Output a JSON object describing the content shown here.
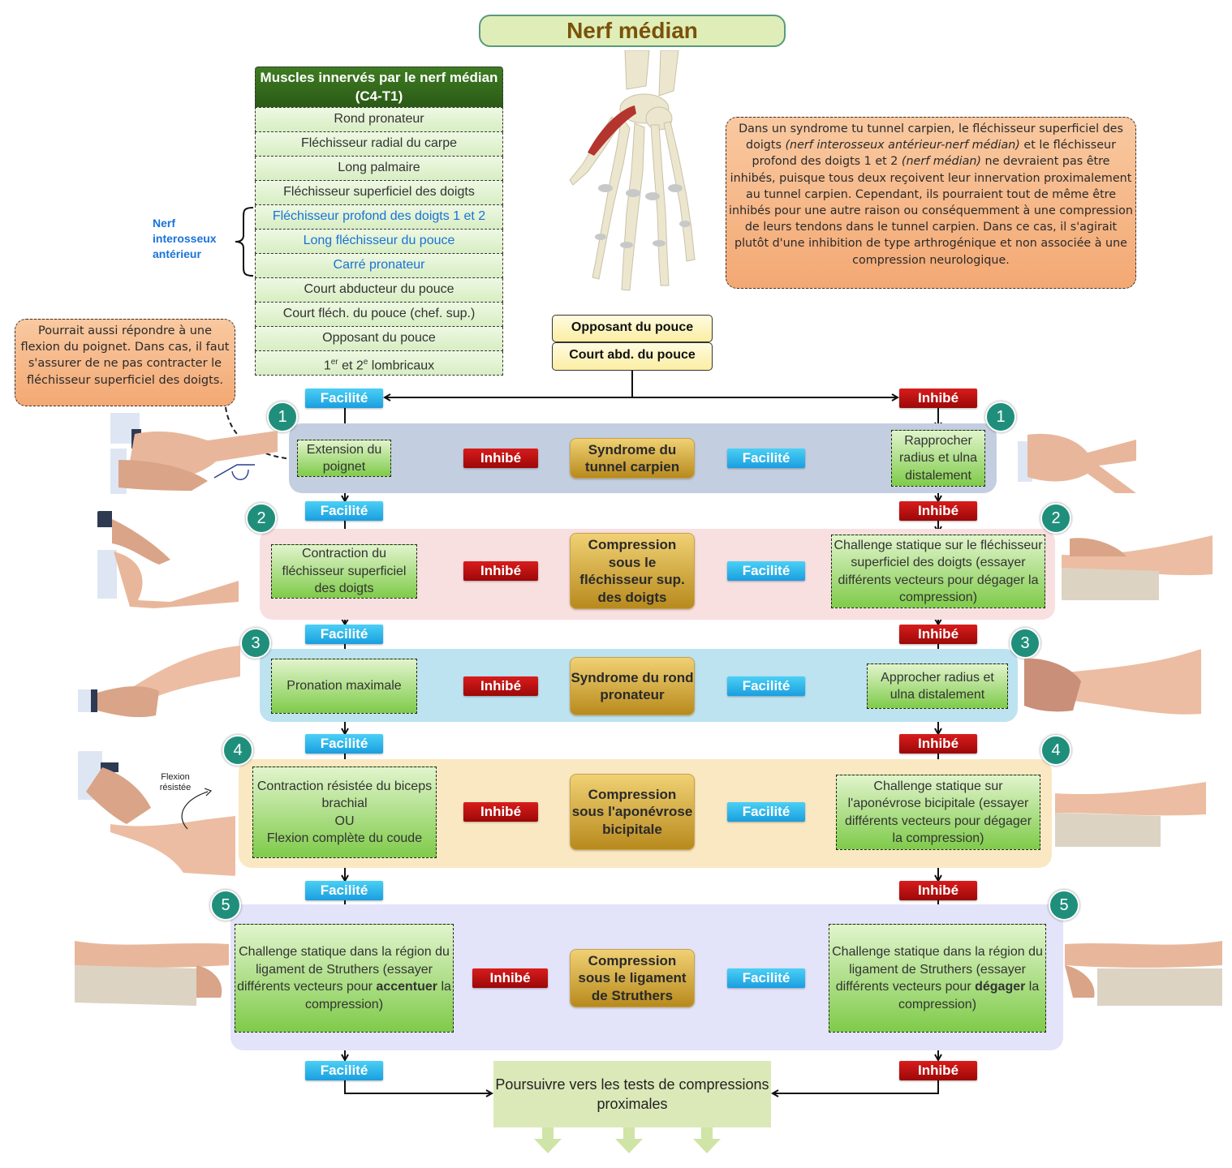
{
  "title": "Nerf médian",
  "muscles": {
    "header": "Muscles innervés par le nerf médian (C4-T1)",
    "items": [
      {
        "label": "Rond pronateur",
        "group": "default"
      },
      {
        "label": "Fléchisseur radial du carpe",
        "group": "default"
      },
      {
        "label": "Long palmaire",
        "group": "default"
      },
      {
        "label": "Fléchisseur superficiel des doigts",
        "group": "default"
      },
      {
        "label": "Fléchisseur profond des doigts 1 et 2",
        "group": "interosseux"
      },
      {
        "label": "Long fléchisseur du pouce",
        "group": "interosseux"
      },
      {
        "label": "Carré pronateur",
        "group": "interosseux"
      },
      {
        "label": "Court abducteur du pouce",
        "group": "default"
      },
      {
        "label": "Court fléch. du pouce (chef. sup.)",
        "group": "default"
      },
      {
        "label": "Opposant du pouce",
        "group": "default"
      }
    ],
    "last_item": {
      "n1": "1",
      "sup1": "er",
      "mid": " et 2",
      "sup2": "e",
      "rest": " lombricaux"
    },
    "bracket_label": "Nerf interosseux antérieur"
  },
  "anatomy_image": "hand-skeleton-thenar-muscle",
  "note_right": {
    "parts": [
      {
        "text": "Dans un syndrome tu tunnel carpien, le fléchisseur superficiel des doigts ",
        "italic": false
      },
      {
        "text": "(nerf interosseux antérieur-nerf médian)",
        "italic": true
      },
      {
        "text": " et le fléchisseur profond des doigts 1 et 2 ",
        "italic": false
      },
      {
        "text": "(nerf médian)",
        "italic": true
      },
      {
        "text": " ne devraient pas être inhibés, puisque tous deux reçoivent leur innervation proximalement au tunnel carpien. Cependant, ils pourraient tout de même être inhibés pour une autre raison ou conséquemment à une compression de leurs tendons dans le tunnel carpien. Dans ce cas, il s'agirait plutôt d'une inhibition de type arthrogénique et non associée à une compression neurologique.",
        "italic": false
      }
    ]
  },
  "note_left": "Pourrait aussi répondre à une flexion du poignet. Dans cas, il faut s'assurer de ne pas contracter le fléchisseur superficiel des doigts.",
  "start_tests": [
    "Opposant du pouce",
    "Court abd. du pouce"
  ],
  "labels": {
    "facilite": "Facilité",
    "inhibe": "Inhibé"
  },
  "steps": [
    {
      "num": "1",
      "left_test": "Extension du poignet",
      "result": "Syndrome du tunnel carpien",
      "right_test": "Rapprocher radius et ulna distalement",
      "panel_color": "#c3cfe0"
    },
    {
      "num": "2",
      "left_test": "Contraction du fléchisseur superficiel des doigts",
      "result": "Compression sous le fléchisseur sup. des doigts",
      "right_test": "Challenge statique sur le fléchisseur superficiel des doigts (essayer différents vecteurs pour dégager la compression)",
      "panel_color": "#f8dfe0"
    },
    {
      "num": "3",
      "left_test": "Pronation maximale",
      "result": "Syndrome du rond pronateur",
      "right_test": "Approcher radius et ulna distalement",
      "panel_color": "#bde3f1"
    },
    {
      "num": "4",
      "left_test": "Contraction résistée du biceps brachial\nOU\nFlexion complète du coude",
      "result": "Compression sous l'aponévrose bicipitale",
      "right_test": "Challenge statique sur l'aponévrose bicipitale (essayer différents vecteurs pour dégager la compression)",
      "panel_color": "#fae8c2"
    },
    {
      "num": "5",
      "left_test_pre": "Challenge statique dans la région du ligament de Struthers (essayer différents vecteurs pour ",
      "left_test_bold": "accentuer",
      "left_test_post": " la compression)",
      "result": "Compression sous le ligament de Struthers",
      "right_test_pre": "Challenge statique dans la région du ligament de Struthers (essayer différents vecteurs pour ",
      "right_test_bold": "dégager",
      "right_test_post": " la compression)",
      "panel_color": "#e3e3fa"
    }
  ],
  "photo_annotation": "Flexion résistée",
  "final": "Poursuivre vers les tests de compressions proximales",
  "colors": {
    "facilite": "#1fa8e6",
    "inhibe": "#b80f0f",
    "step_circle": "#1f8f7c",
    "title_text": "#7a5208",
    "interosseux_blue": "#1a72d8"
  }
}
